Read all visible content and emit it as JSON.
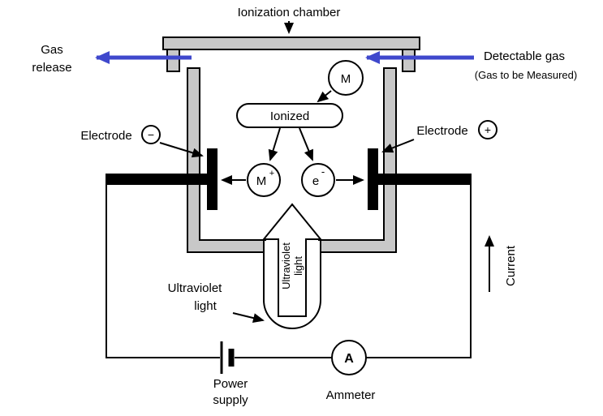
{
  "colors": {
    "wall_fill": "#c8c8c8",
    "gas_arrow": "#3f48cc",
    "line": "#000000"
  },
  "title": {
    "chamber": "Ionization chamber"
  },
  "gas": {
    "release_line1": "Gas",
    "release_line2": "release",
    "detectable": "Detectable gas",
    "detectable_sub": "(Gas to be Measured)"
  },
  "electrodes": {
    "left_label": "Electrode",
    "left_sign": "−",
    "right_label": "Electrode",
    "right_sign": "+"
  },
  "particles": {
    "molecule": "M",
    "ionized": "Ionized",
    "ion_base": "M",
    "ion_sup": "+",
    "electron_base": "e",
    "electron_sup": "-"
  },
  "uv": {
    "vertical_line1": "Ultraviolet",
    "vertical_line2": "light",
    "label_line1": "Ultraviolet",
    "label_line2": "light"
  },
  "circuit": {
    "power_line1": "Power",
    "power_line2": "supply",
    "ammeter_symbol": "A",
    "ammeter_label": "Ammeter",
    "current_label": "Current"
  }
}
